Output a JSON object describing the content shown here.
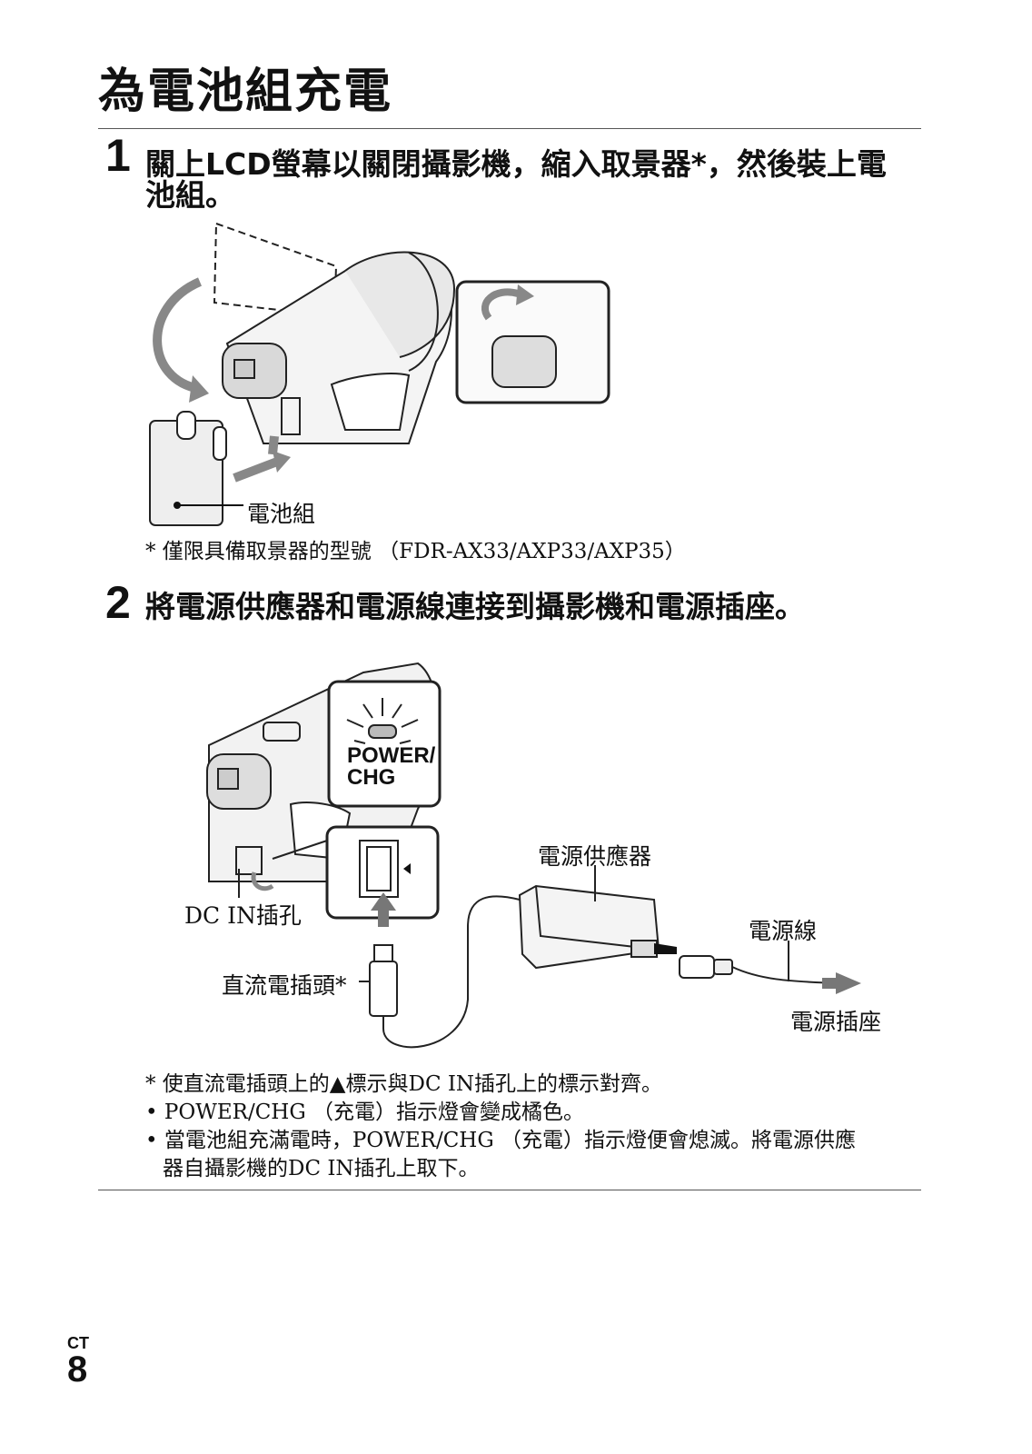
{
  "page": {
    "title": "為電池組充電",
    "lang_code": "CT",
    "page_number": "8"
  },
  "step1": {
    "number": "1",
    "text_line1": "關上LCD螢幕以關閉攝影機，縮入取景器*，然後裝上電",
    "text_line2": "池組。",
    "label_battery": "電池組",
    "footnote": "* 僅限具備取景器的型號 （FDR-AX33/AXP33/AXP35）"
  },
  "step2": {
    "number": "2",
    "text": "將電源供應器和電源線連接到攝影機和電源插座。",
    "inset_led_label_line1": "POWER/",
    "inset_led_label_line2": "CHG",
    "label_ac_adaptor": "電源供應器",
    "label_dc_in_jack": "DC IN插孔",
    "label_power_cord": "電源線",
    "label_dc_plug": "直流電插頭*",
    "label_wall_outlet": "電源插座",
    "notes": [
      "* 使直流電插頭上的▲標示與DC IN插孔上的標示對齊。",
      "• POWER/CHG （充電）指示燈會變成橘色。",
      "• 當電池組充滿電時，POWER/CHG （充電）指示燈便會熄滅。將電源供應",
      "器自攝影機的DC IN插孔上取下。"
    ]
  }
}
